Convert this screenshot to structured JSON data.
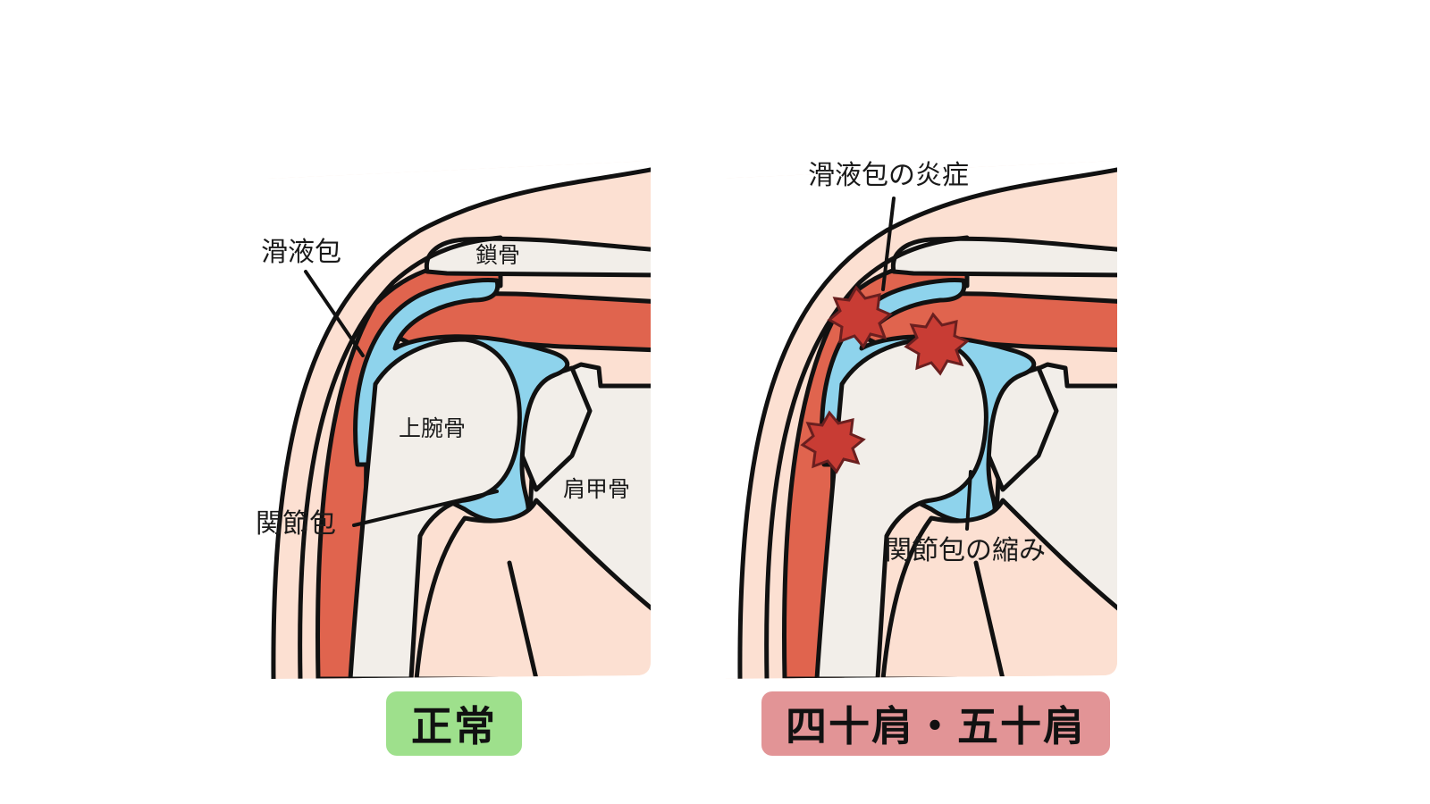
{
  "colors": {
    "skin": "#fce0d2",
    "bone": "#f2eee9",
    "muscle": "#e0644e",
    "bursa": "#8ed3ec",
    "outline": "#111111",
    "inflammation": "#c83c34",
    "badge_normal": "#9ee08c",
    "badge_frozen": "#e29496"
  },
  "normal": {
    "label_bursa": "滑液包",
    "label_clavicle": "鎖骨",
    "label_humerus": "上腕骨",
    "label_scapula": "肩甲骨",
    "label_capsule": "関節包",
    "badge": "正常"
  },
  "frozen": {
    "label_bursitis": "滑液包の炎症",
    "label_capsule_contraction": "関節包の縮み",
    "badge": "四十肩・五十肩"
  }
}
